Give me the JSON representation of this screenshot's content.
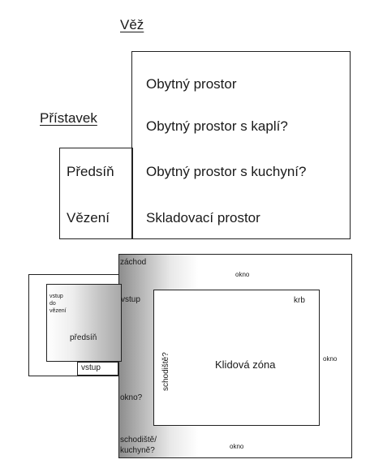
{
  "top_diagram": {
    "tower_label": "Věž",
    "porch_label": "Přístavek",
    "tower_rooms": [
      "Obytný prostor",
      "Obytný prostor s kaplí?",
      "Obytný prostor s kuchyní?",
      "Skladovací prostor"
    ],
    "porch_rooms": [
      "Předsíň",
      "Vězení"
    ]
  },
  "floor_plan": {
    "zachod": "záchod",
    "okno_top": "okno",
    "okno_right": "okno",
    "okno_bottom": "okno",
    "okno_left": "okno?",
    "vstup_main": "vstup",
    "vstup_bottom": "vstup",
    "krb": "krb",
    "klidova_zona": "Klidová zóna",
    "schodiste": "schodiště?",
    "schodiste_kuchyne": "schodiště/\nkuchyně?",
    "predsin": "předsíň",
    "vstup_do_vezeni": "vstup\ndo\nvězení"
  }
}
